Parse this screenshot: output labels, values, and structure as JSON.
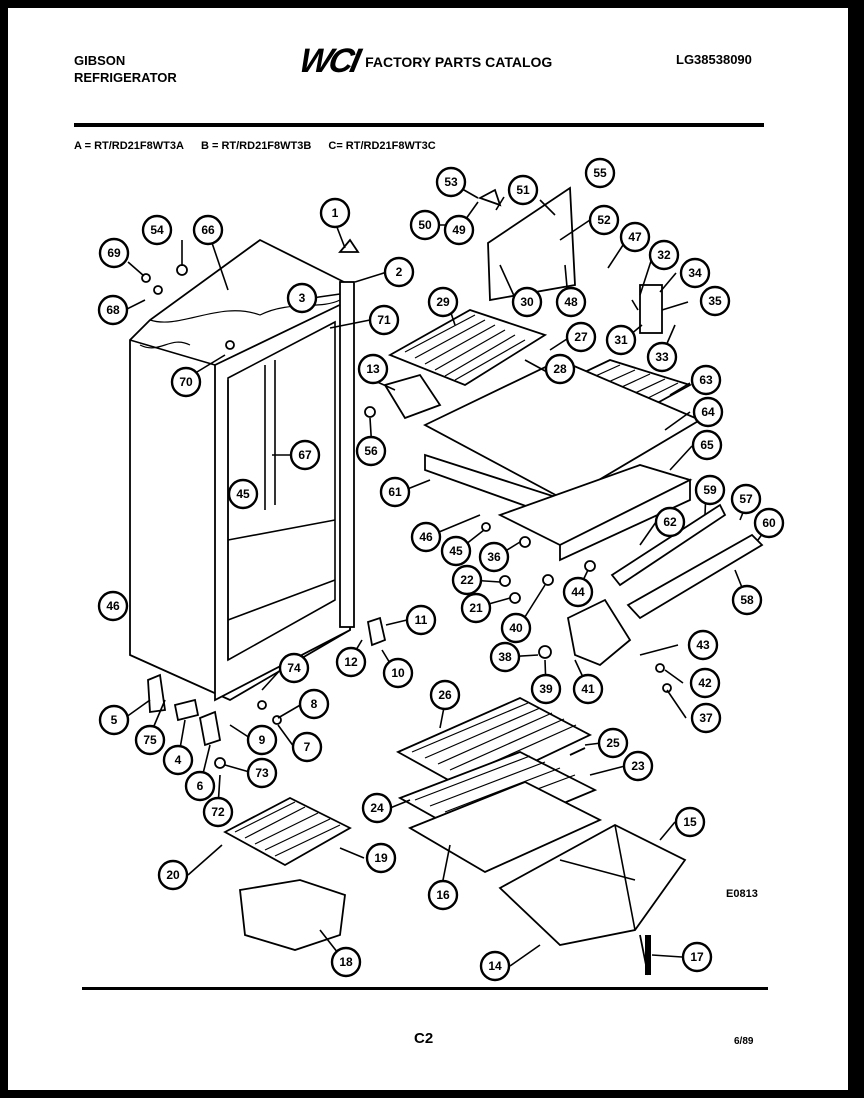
{
  "header": {
    "brand_line1": "GIBSON",
    "brand_line2": "REFRIGERATOR",
    "logo_text": "WCI",
    "catalog_title": "FACTORY PARTS CATALOG",
    "catalog_number": "LG38538090"
  },
  "models": [
    "A = RT/RD21F8WT3A",
    "B = RT/RD21F8WT3B",
    "C= RT/RD21F8WT3C"
  ],
  "diagram_code": "E0813",
  "footer": {
    "page": "C2",
    "date": "6/89"
  },
  "callouts": [
    "1",
    "2",
    "3",
    "4",
    "5",
    "6",
    "7",
    "8",
    "9",
    "10",
    "11",
    "12",
    "13",
    "14",
    "15",
    "16",
    "17",
    "18",
    "19",
    "20",
    "21",
    "22",
    "23",
    "24",
    "25",
    "26",
    "27",
    "28",
    "29",
    "30",
    "31",
    "32",
    "33",
    "34",
    "35",
    "36",
    "37",
    "38",
    "39",
    "40",
    "41",
    "42",
    "43",
    "44",
    "45",
    "46",
    "47",
    "48",
    "49",
    "50",
    "51",
    "52",
    "53",
    "54",
    "55",
    "56",
    "57",
    "58",
    "59",
    "60",
    "61",
    "62",
    "63",
    "64",
    "65",
    "66",
    "67",
    "68",
    "69",
    "70",
    "71",
    "72",
    "73",
    "74",
    "75"
  ]
}
